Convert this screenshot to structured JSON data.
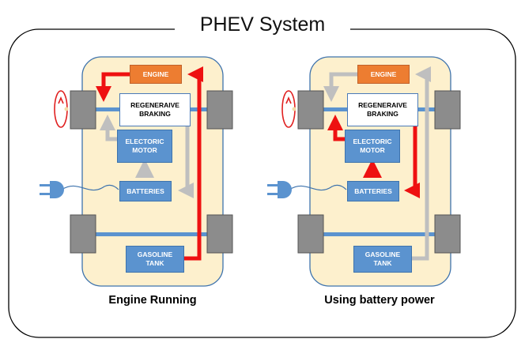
{
  "title": "PHEV System",
  "diagrams": [
    {
      "caption": "Engine Running",
      "labels": {
        "engine": "ENGINE",
        "regen": "REGENERAIVE\nBRAKING",
        "motor": "ELECTORIC\nMOTOR",
        "batteries": "BATTERIES",
        "tank": "GASOLINE\nTANK"
      }
    },
    {
      "caption": "Using battery power",
      "labels": {
        "engine": "ENGINE",
        "regen": "REGENERAIVE\nBRAKING",
        "motor": "ELECTORIC\nMOTOR",
        "batteries": "BATTERIES",
        "tank": "GASOLINE\nTANK"
      }
    }
  ],
  "colors": {
    "active_flow": "#ee1111",
    "inactive_flow": "#bfbfbf",
    "body_fill": "#fdf0cd",
    "component_blue": "#5b93cf",
    "engine_orange": "#ed7d31",
    "wheel_gray": "#8c8c8c"
  }
}
